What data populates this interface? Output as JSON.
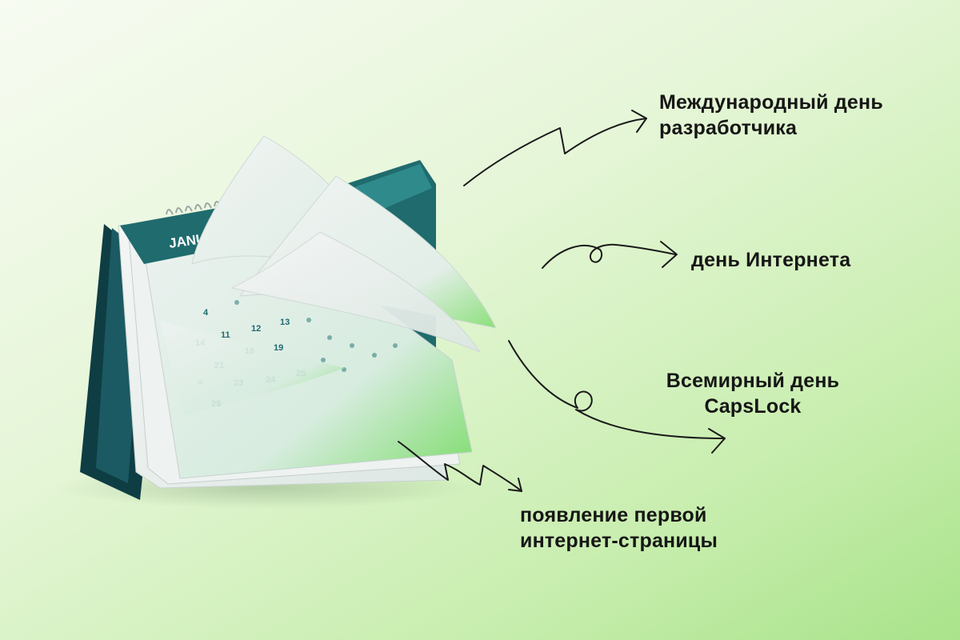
{
  "labels": {
    "developer_day": [
      "Международный день",
      "разработчика"
    ],
    "internet_day": [
      "день Интернета"
    ],
    "capslock_day": [
      "Всемирный день",
      "CapsLock"
    ],
    "first_webpage": [
      "появление первой",
      "интернет-страницы"
    ]
  },
  "calendar": {
    "month": "JANUARY",
    "day_numbers": [
      "4",
      "11",
      "12",
      "13",
      "14",
      "18",
      "19",
      "21",
      "23",
      "24",
      "25",
      "28"
    ]
  },
  "colors": {
    "teal": "#1f6b6e",
    "dark_teal": "#0f3d44",
    "page": "#eef2f1",
    "ink": "#161616"
  },
  "icons": [
    "hand-drawn-arrow"
  ]
}
